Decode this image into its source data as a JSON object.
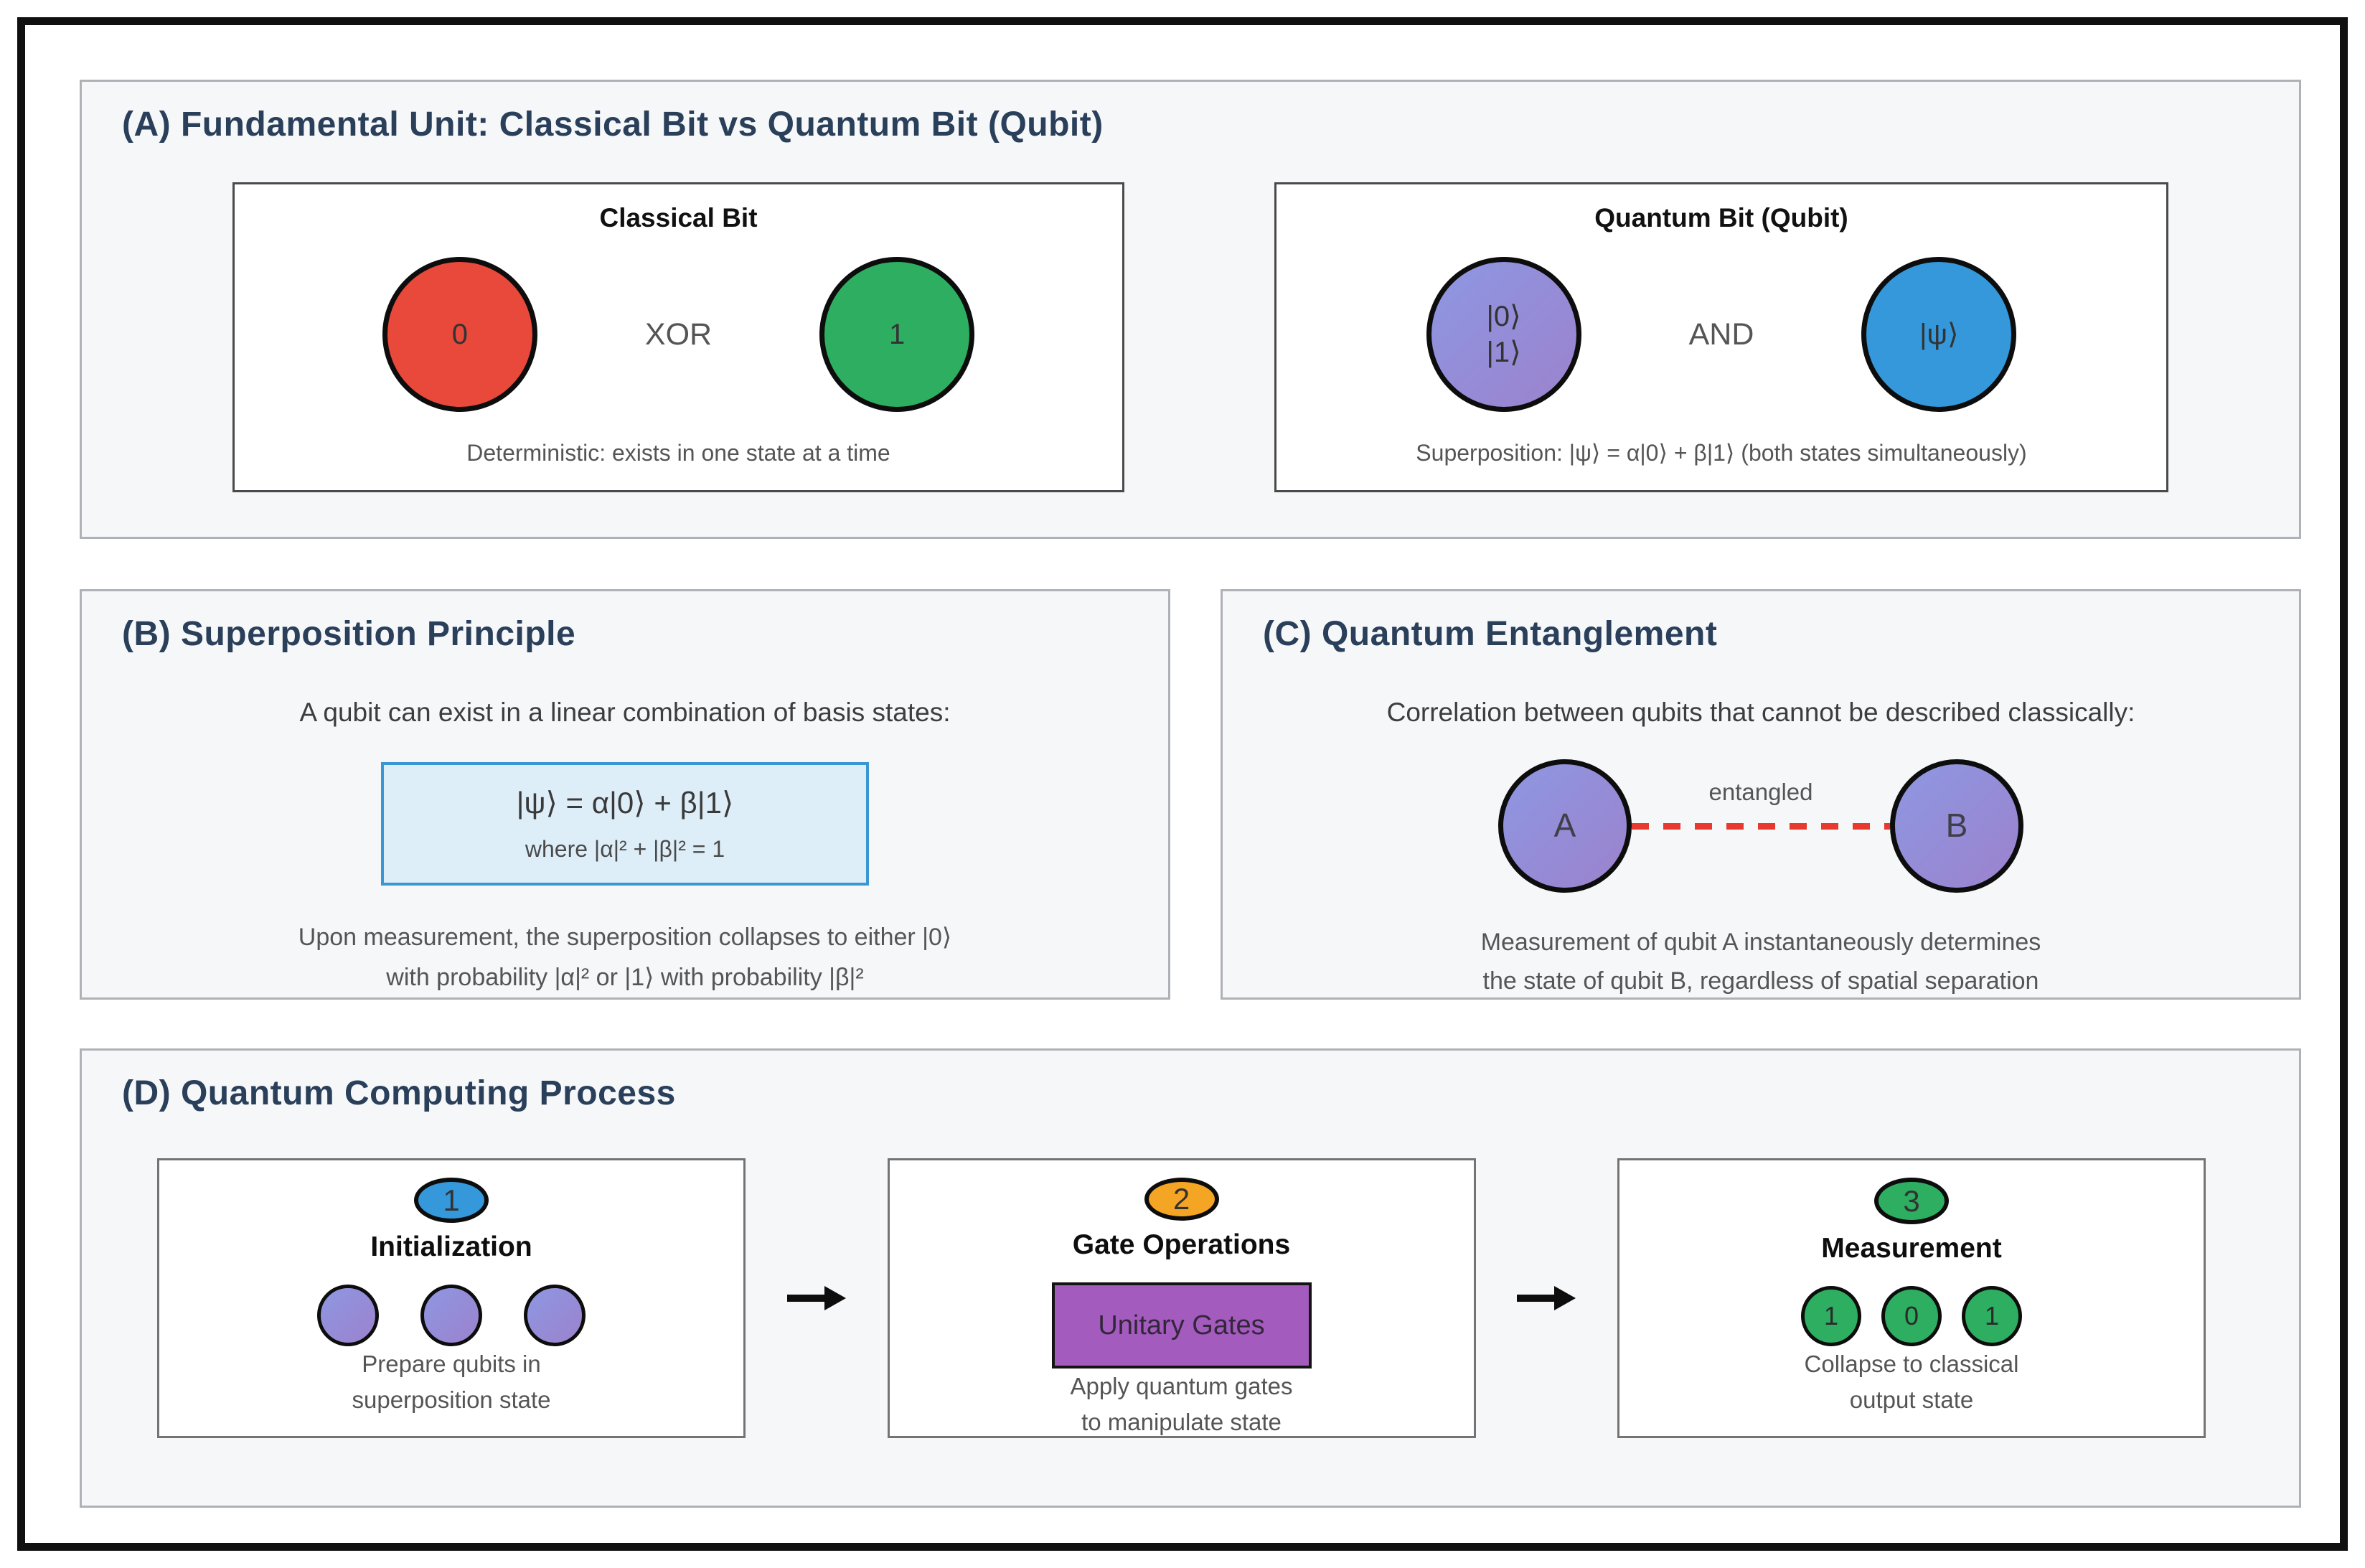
{
  "panels": {
    "a": {
      "title": "(A) Fundamental Unit: Classical Bit vs Quantum Bit (Qubit)",
      "classical": {
        "title": "Classical Bit",
        "bit0": "0",
        "bit1": "1",
        "operator": "XOR",
        "caption": "Deterministic: exists in one state at a time"
      },
      "quantum": {
        "title": "Quantum Bit (Qubit)",
        "state0": "|0⟩",
        "state1": "|1⟩",
        "operator": "AND",
        "psi": "|ψ⟩",
        "caption": "Superposition: |ψ⟩ = α|0⟩ + β|1⟩ (both states simultaneously)"
      }
    },
    "b": {
      "title": "(B) Superposition Principle",
      "intro": "A qubit can exist in a linear combination of basis states:",
      "formula": "|ψ⟩ = α|0⟩ + β|1⟩",
      "constraint": "where |α|² + |β|² = 1",
      "caption_line1": "Upon measurement, the superposition collapses to either |0⟩",
      "caption_line2": "with probability |α|² or |1⟩ with probability |β|²"
    },
    "c": {
      "title": "(C) Quantum Entanglement",
      "intro": "Correlation between qubits that cannot be described classically:",
      "qubit_a": "A",
      "qubit_b": "B",
      "link_label": "entangled",
      "caption_line1": "Measurement of qubit A instantaneously determines",
      "caption_line2": "the state of qubit B, regardless of spatial separation"
    },
    "d": {
      "title": "(D) Quantum Computing Process",
      "steps": [
        {
          "number": "1",
          "name": "Initialization",
          "qubit_count": 3,
          "caption_line1": "Prepare qubits in",
          "caption_line2": "superposition state"
        },
        {
          "number": "2",
          "name": "Gate Operations",
          "gate_label": "Unitary Gates",
          "caption_line1": "Apply quantum gates",
          "caption_line2": "to manipulate state"
        },
        {
          "number": "3",
          "name": "Measurement",
          "bits": [
            "1",
            "0",
            "1"
          ],
          "caption_line1": "Collapse to classical",
          "caption_line2": "output state"
        }
      ]
    }
  },
  "colors": {
    "panel_title": "#2a3f5a",
    "bit_red": "#e8493a",
    "bit_green": "#2eae60",
    "qubit_blue": "#3498db",
    "qubit_grad_start": "#8e97e2",
    "qubit_grad_end": "#9c82cd",
    "step_orange": "#f5a524",
    "gate_purple": "#a35bbd",
    "formula_bg": "#ddeef8",
    "formula_border": "#3b97d3",
    "entangled_red": "#e8392f",
    "caption_gray": "#555555"
  }
}
